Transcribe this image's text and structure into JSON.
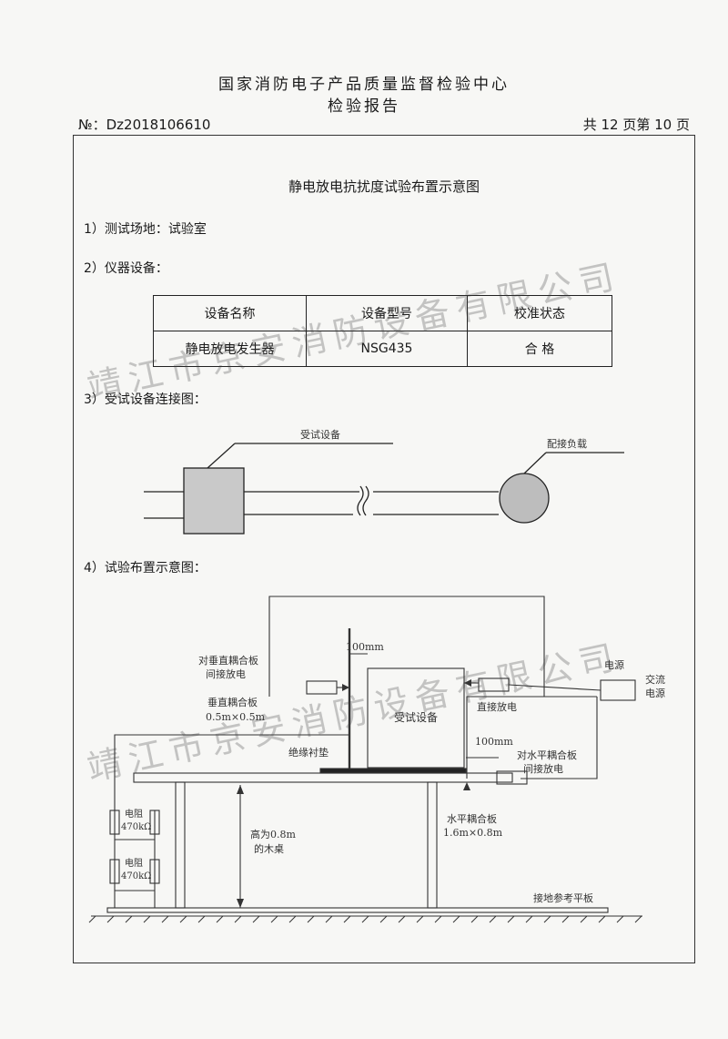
{
  "header": {
    "organization": "国家消防电子产品质量监督检验中心",
    "report_title": "检验报告",
    "report_no": "№：Dz2018106610",
    "page_info": "共 12 页第 10 页"
  },
  "main_title": "静电放电抗扰度试验布置示意图",
  "sections": {
    "site": "1）测试场地：试验室",
    "equipment": "2）仪器设备：",
    "connection": "3）受试设备连接图：",
    "layout": "4）试验布置示意图："
  },
  "equipment_table": {
    "headers": [
      "设备名称",
      "设备型号",
      "校准状态"
    ],
    "rows": [
      [
        "静电放电发生器",
        "NSG435",
        "合 格"
      ]
    ]
  },
  "connection_diagram": {
    "eut_label": "受试设备",
    "load_label": "配接负载"
  },
  "layout_diagram": {
    "vertical_plate_indirect": "对垂直耦合板\n间接放电",
    "vertical_plate": "垂直耦合板\n0.5m×0.5m",
    "spacing_top": "100mm",
    "eut": "受试设备",
    "direct_discharge": "直接放电",
    "power_supply": "电源",
    "ac_power": "交流\n电源",
    "spacing_side": "100mm",
    "insulation_pad": "绝缘衬垫",
    "horizontal_plate_indirect": "对水平耦合板\n间接放电",
    "horizontal_plate": "水平耦合板\n1.6m×0.8m",
    "table_desc": "高为0.8m\n的木桌",
    "resistor_1": "电阻\n470kΩ",
    "resistor_2": "电阻\n470kΩ",
    "ground_plane": "接地参考平板"
  },
  "watermark": "靖江市京安消防设备有限公司"
}
